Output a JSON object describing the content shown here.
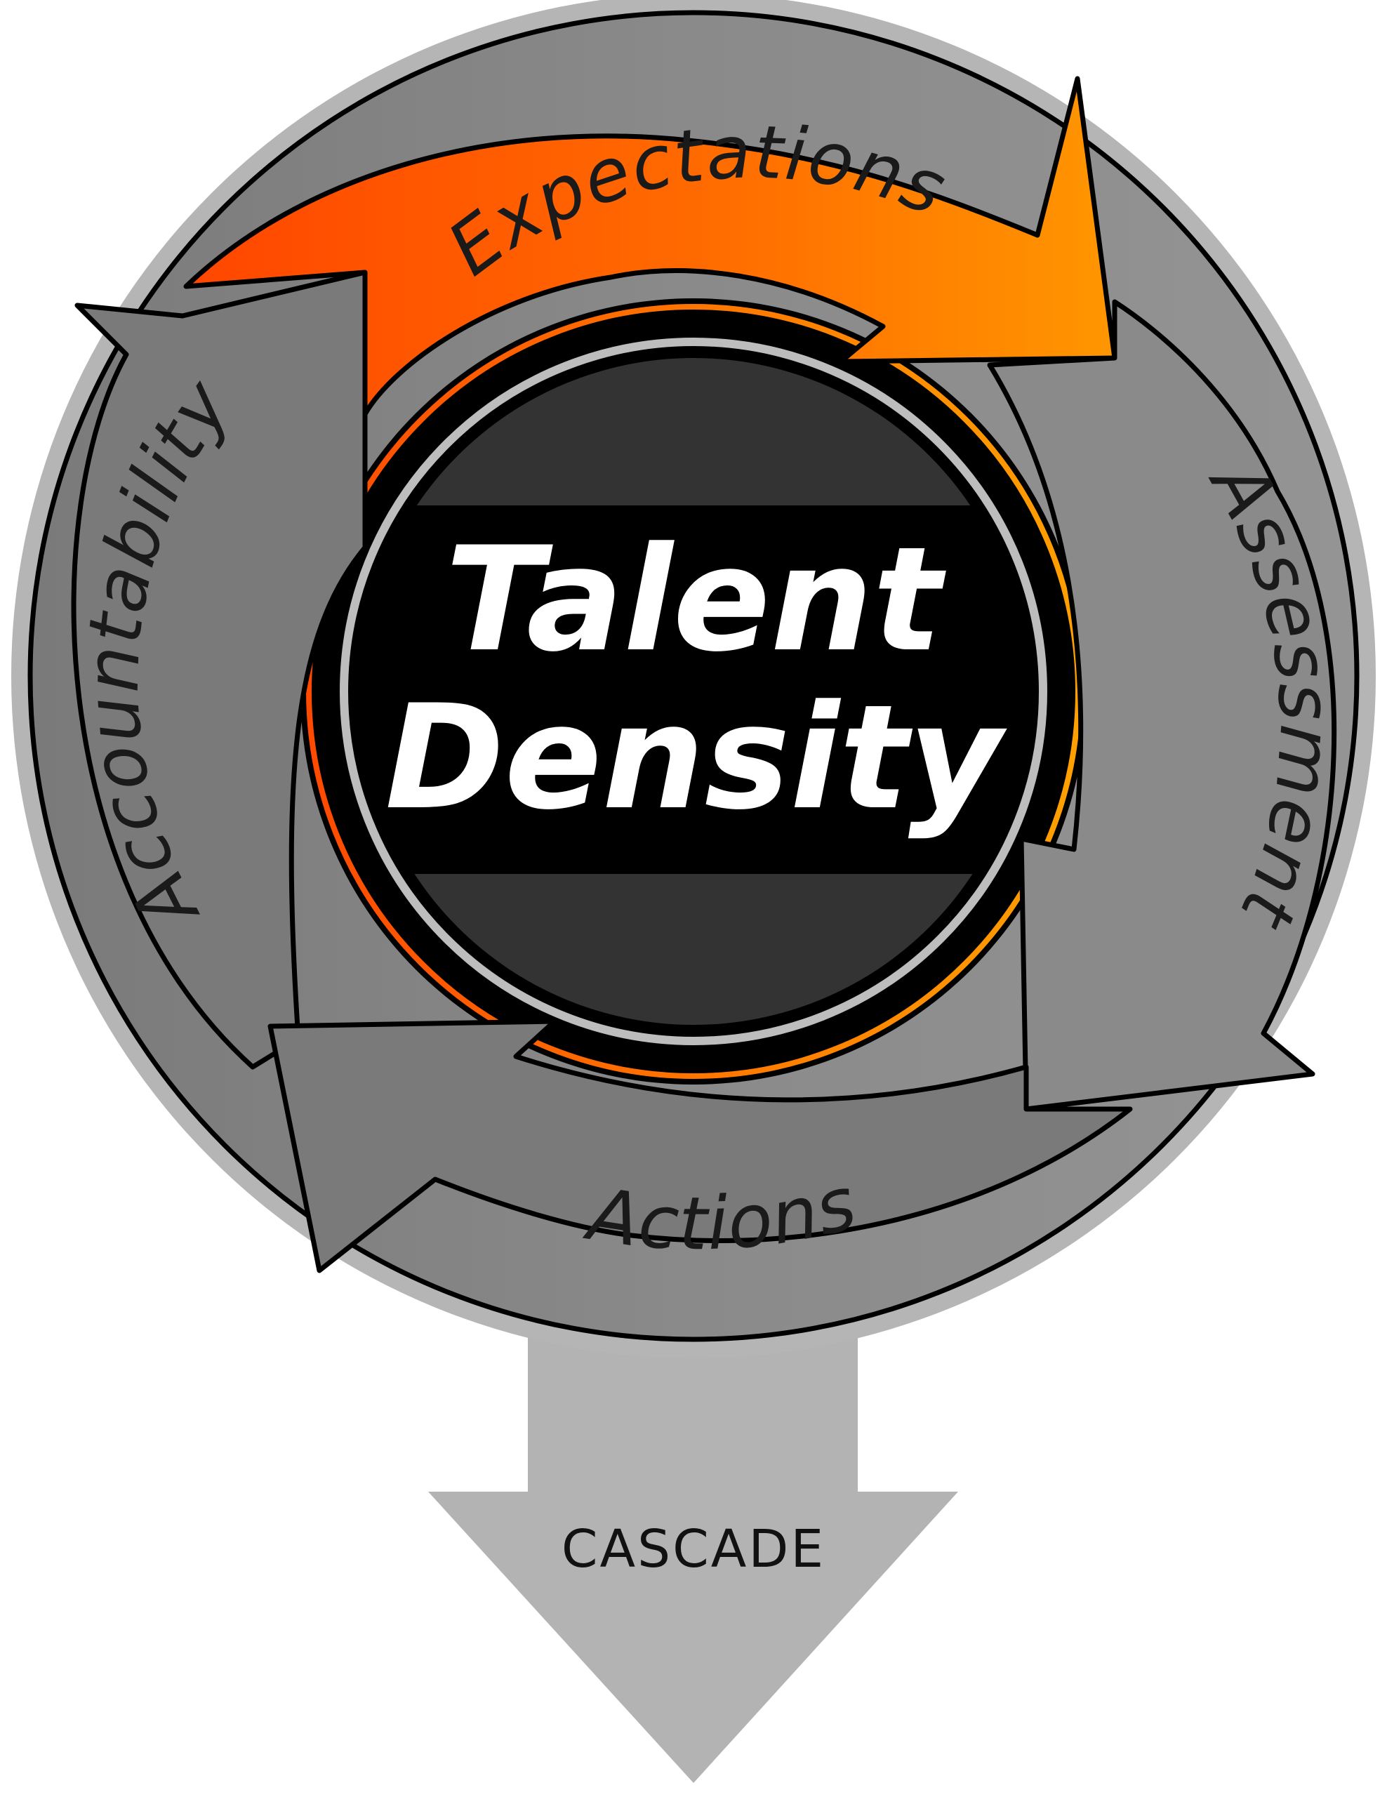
{
  "diagram": {
    "title_lines": [
      "Talent",
      "Density"
    ],
    "cycle_steps": [
      {
        "id": "expectations",
        "label": "Expectations",
        "color": "#ff5a00"
      },
      {
        "id": "assessment",
        "label": "Assessment",
        "color": "#8a8a8a"
      },
      {
        "id": "actions",
        "label": "Actions",
        "color": "#7a7a7a"
      },
      {
        "id": "accountability",
        "label": "Accountability",
        "color": "#7a7a7a"
      }
    ],
    "output_arrow": {
      "label": "CASCADE",
      "color": "#b3b3b3"
    },
    "colors": {
      "accent_start": "#ff4a00",
      "accent_end": "#ff9500",
      "ring_gray": "#858585",
      "outer_halo": "#b5b5b5",
      "core_black": "#000000",
      "core_band": "#333333",
      "inner_ring": "#bdbdbd"
    }
  }
}
